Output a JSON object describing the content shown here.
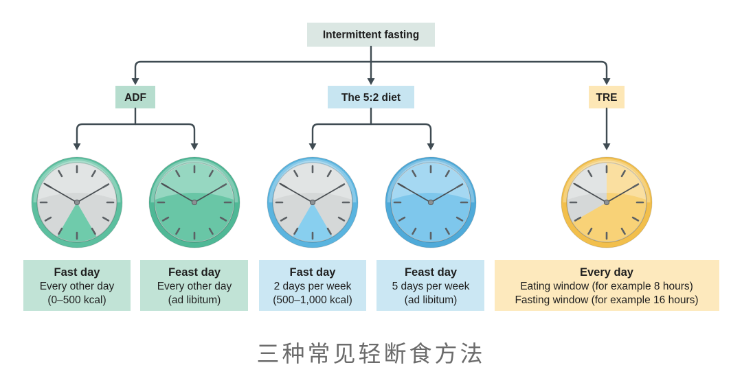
{
  "root": {
    "label": "Intermittent fasting",
    "color": "#dbe7e3"
  },
  "branches": {
    "adf": {
      "label": "ADF",
      "color": "#b6ddce"
    },
    "five_two": {
      "label": "The 5:2 diet",
      "color": "#c7e5f1"
    },
    "tre": {
      "label": "TRE",
      "color": "#fde7b6"
    }
  },
  "line_color": "#3f4b52",
  "clocks": [
    {
      "ring": "#5cbf9f",
      "fill": "#6fcbab",
      "face": "#d5d8d8",
      "sector_hours": [
        5,
        7
      ]
    },
    {
      "ring": "#4fb896",
      "fill": "#69c6a6",
      "face": "#d5d8d8",
      "sector_hours": [
        0,
        12
      ]
    },
    {
      "ring": "#5ab4df",
      "fill": "#88cfef",
      "face": "#d5d8d8",
      "sector_hours": [
        5,
        7
      ]
    },
    {
      "ring": "#4faad9",
      "fill": "#7ec7ec",
      "face": "#d5d8d8",
      "sector_hours": [
        0,
        12
      ]
    },
    {
      "ring": "#f2bf4c",
      "fill": "#f8d277",
      "face": "#d5d8d8",
      "sector_hours": [
        0,
        8
      ]
    }
  ],
  "cards": [
    {
      "title": "Fast day",
      "lines": [
        "Every other day",
        "(0–500 kcal)"
      ],
      "color": "#c1e3d6"
    },
    {
      "title": "Feast day",
      "lines": [
        "Every other day",
        "(ad libitum)"
      ],
      "color": "#c1e3d6"
    },
    {
      "title": "Fast day",
      "lines": [
        "2 days per week",
        "(500–1,000 kcal)"
      ],
      "color": "#cbe7f3"
    },
    {
      "title": "Feast day",
      "lines": [
        "5 days per week",
        "(ad libitum)"
      ],
      "color": "#cbe7f3"
    },
    {
      "title": "Every day",
      "lines": [
        "Eating window (for example 8 hours)",
        "Fasting window (for example 16 hours)"
      ],
      "color": "#fde9bd"
    }
  ],
  "caption": "三种常见轻断食方法"
}
